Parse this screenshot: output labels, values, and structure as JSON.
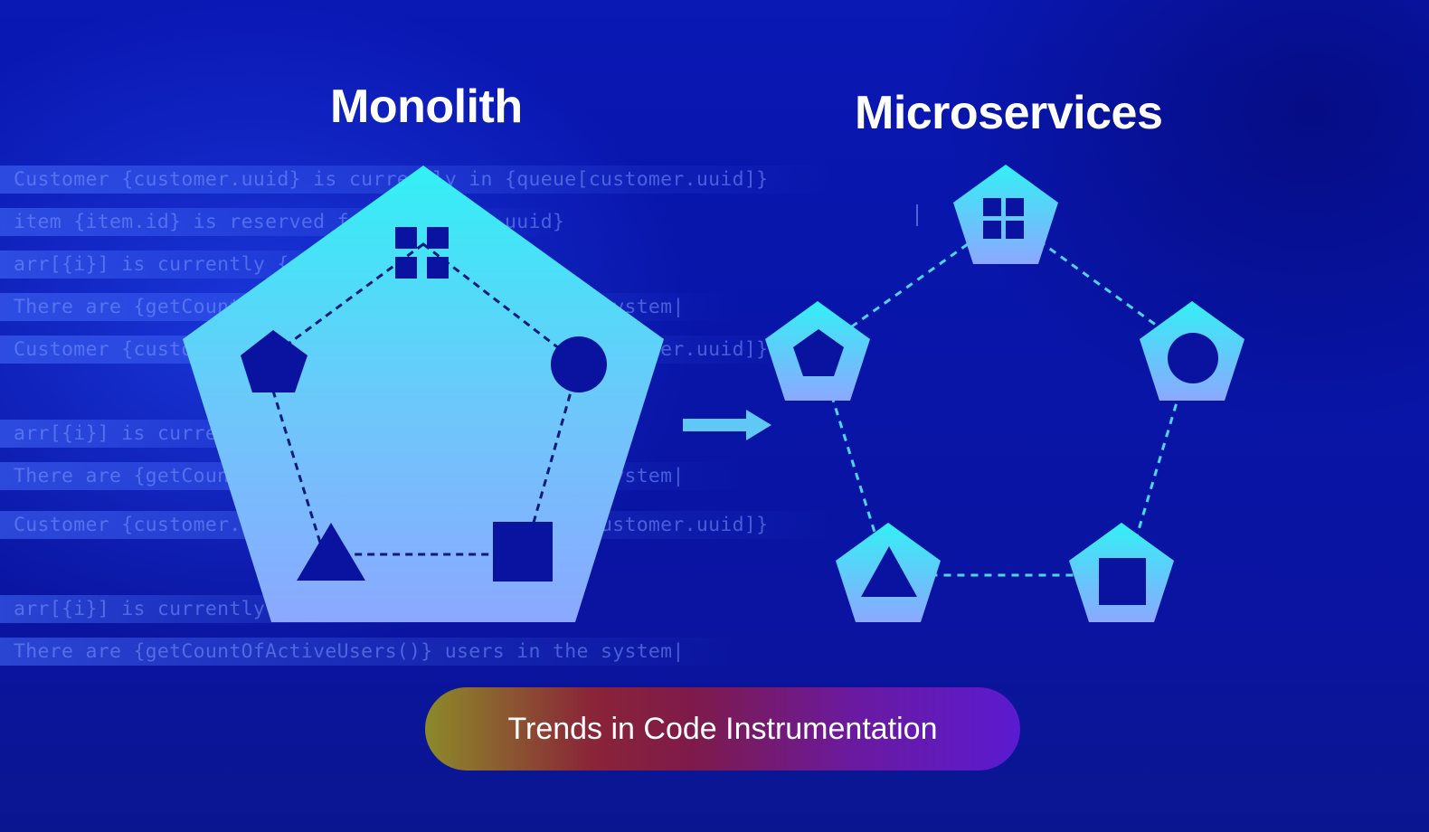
{
  "titles": {
    "monolith": "Monolith",
    "microservices": "Microservices"
  },
  "code_lines": [
    "Customer {customer.uuid} is currently in {queue[customer.uuid]}",
    "item {item.id} is reserved for {customer.uuid}",
    "arr[{i}] is currently {arr[i]}",
    "There are {getCountOfActiveUsers()} users in the system|",
    "Customer {customer.uuid} is currently in {queue[customer.uuid]}",
    "arr[{i}] is currently {arr[i]}",
    "There are {getCountOfActiveUsers()} users in the system|",
    "Customer {customer.uuid} is currently in {queue[customer.uuid]}",
    "arr[{i}] is currently {arr[i]}",
    "There are {getCountOfActiveUsers()} users in the system|"
  ],
  "badge": {
    "label": "Trends in Code Instrumentation"
  },
  "colors": {
    "cyan": "#33f0f5",
    "lavender": "#8ba8ff",
    "navy": "#0a12a0",
    "dash_cyan": "#4fd4f2"
  },
  "icons": {
    "monolith": [
      "grid-icon",
      "pentagon-icon",
      "circle-icon",
      "triangle-icon",
      "square-icon"
    ],
    "services": [
      "grid-icon",
      "pentagon-icon",
      "circle-icon",
      "triangle-icon",
      "square-icon"
    ],
    "arrow": "arrow-right-icon"
  }
}
